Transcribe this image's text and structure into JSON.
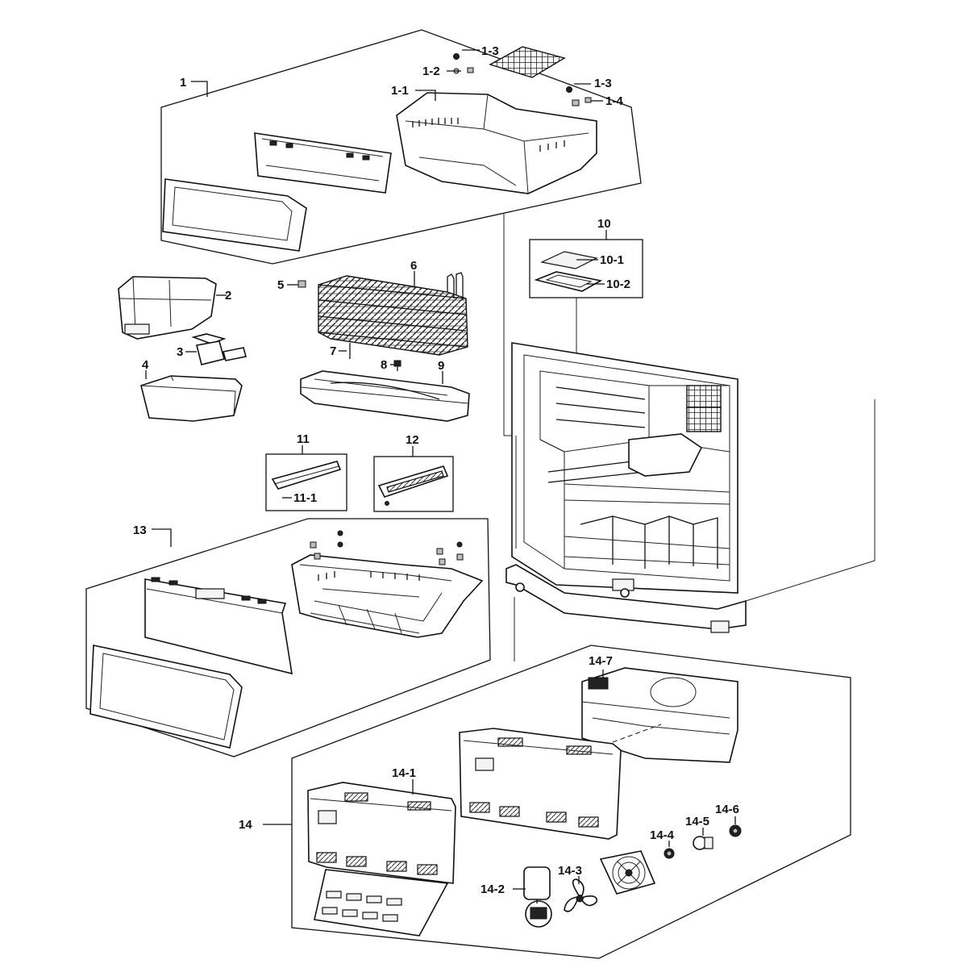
{
  "diagram": {
    "labels": {
      "p1": "1",
      "p1_1": "1-1",
      "p1_2": "1-2",
      "p1_3a": "1-3",
      "p1_3b": "1-3",
      "p1_4": "1-4",
      "p2": "2",
      "p3": "3",
      "p4": "4",
      "p5": "5",
      "p6": "6",
      "p7": "7",
      "p8": "8",
      "p9": "9",
      "p10": "10",
      "p10_1": "10-1",
      "p10_2": "10-2",
      "p11": "11",
      "p11_1": "11-1",
      "p12": "12",
      "p13": "13",
      "p14": "14",
      "p14_1": "14-1",
      "p14_2": "14-2",
      "p14_3": "14-3",
      "p14_4": "14-4",
      "p14_5": "14-5",
      "p14_6": "14-6",
      "p14_7": "14-7"
    }
  }
}
